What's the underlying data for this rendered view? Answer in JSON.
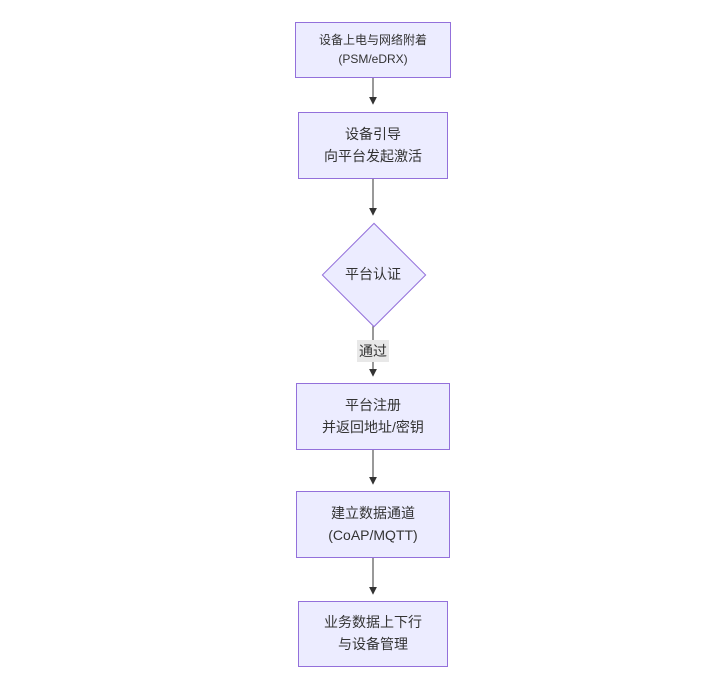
{
  "diagram": {
    "type": "flowchart",
    "direction": "top-down",
    "colors": {
      "node_fill": "#ECECFF",
      "node_border": "#9370DB",
      "edge": "#333333",
      "edge_label_bg": "#e8e8e8",
      "text": "#333333",
      "background": "#ffffff"
    },
    "nodes": [
      {
        "id": "start",
        "shape": "rect",
        "line1": "设备上电与网络附着",
        "line2": "(PSM/eDRX)"
      },
      {
        "id": "boot",
        "shape": "rect",
        "line1": "设备引导",
        "line2": "向平台发起激活"
      },
      {
        "id": "auth",
        "shape": "diamond",
        "line1": "平台认证",
        "line2": ""
      },
      {
        "id": "register",
        "shape": "rect",
        "line1": "平台注册",
        "line2": "并返回地址/密钥"
      },
      {
        "id": "channel",
        "shape": "rect",
        "line1": "建立数据通道",
        "line2": "(CoAP/MQTT)"
      },
      {
        "id": "business",
        "shape": "rect",
        "line1": "业务数据上下行",
        "line2": "与设备管理"
      }
    ],
    "edges": [
      {
        "from": "start",
        "to": "boot",
        "label": ""
      },
      {
        "from": "boot",
        "to": "auth",
        "label": ""
      },
      {
        "from": "auth",
        "to": "register",
        "label": "通过"
      },
      {
        "from": "register",
        "to": "channel",
        "label": ""
      },
      {
        "from": "channel",
        "to": "business",
        "label": ""
      }
    ]
  }
}
